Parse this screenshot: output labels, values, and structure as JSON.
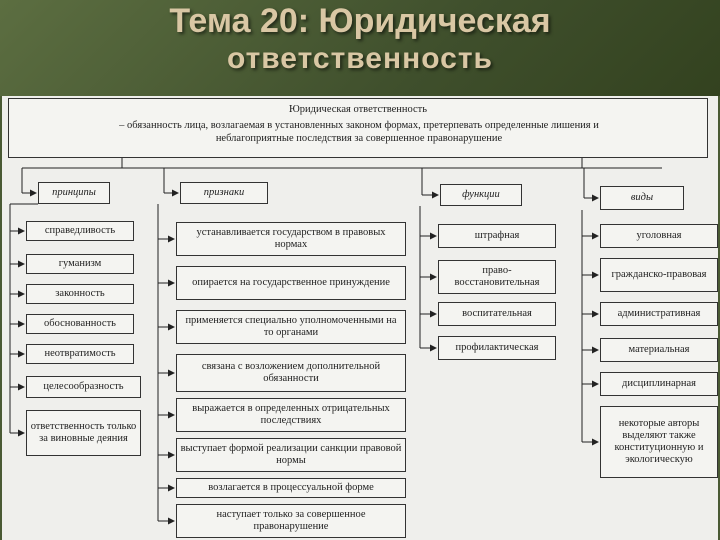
{
  "slide": {
    "title_line1": "Тема 20: Юридическая",
    "title_line2": "ответственность"
  },
  "definition": {
    "term": "Юридическая ответственность",
    "text": "– обязанность лица, возлагаемая в установленных законом формах, претерпевать определенные лишения и неблагоприятные последствия за совершенное правонарушение"
  },
  "categories": {
    "principles": {
      "heading": "принципы",
      "items": [
        "справедливость",
        "гуманизм",
        "законность",
        "обоснованность",
        "неотвратимость",
        "целесообразность",
        "ответственность только за виновные деяния"
      ]
    },
    "features": {
      "heading": "признаки",
      "items": [
        "устанавливается государством в правовых нормах",
        "опирается на государственное принуждение",
        "применяется специально уполномоченными на то органами",
        "связана с возложением дополнительной обязанности",
        "выражается в определенных отрицательных последствиях",
        "выступает формой реализации санкции правовой нормы",
        "возлагается в процессуальной форме",
        "наступает только за совершенное правонарушение"
      ]
    },
    "functions": {
      "heading": "функции",
      "items": [
        "штрафная",
        "право-восстановительная",
        "воспитательная",
        "профилактическая"
      ]
    },
    "types": {
      "heading": "виды",
      "items": [
        "уголовная",
        "гражданско-правовая",
        "административная",
        "материальная",
        "дисциплинарная",
        "некоторые авторы выделяют также конституционную и экологическую"
      ]
    }
  }
}
